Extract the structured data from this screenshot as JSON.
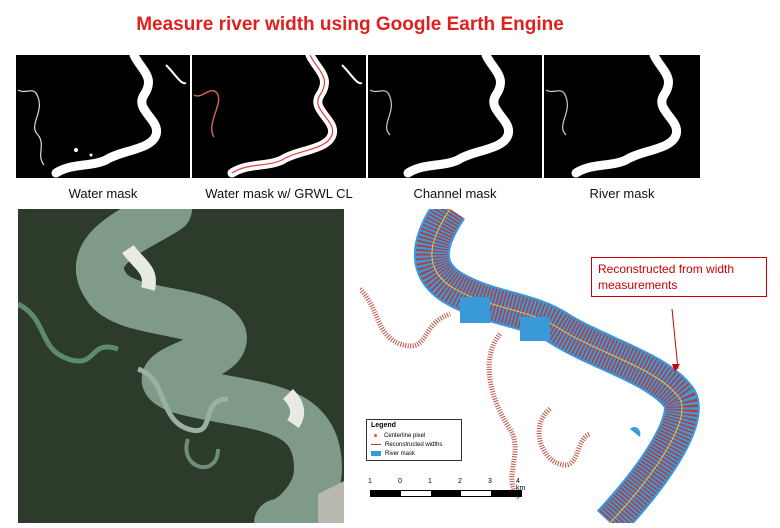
{
  "title": "Measure river width using Google Earth Engine",
  "panels": [
    {
      "label": "Water mask"
    },
    {
      "label": "Water mask w/ GRWL CL"
    },
    {
      "label": "Channel mask"
    },
    {
      "label": "River mask"
    }
  ],
  "callout": "Reconstructed from width measurements",
  "legend": {
    "title": "Legend",
    "items": [
      {
        "label": "Centerline pixel",
        "color": "#e05a3a"
      },
      {
        "label": "Reconstructed widths",
        "color": "#c0392b"
      },
      {
        "label": "River mask",
        "color": "#3a9ad9"
      }
    ]
  },
  "scale": {
    "ticks": [
      "1",
      "0",
      "1",
      "2",
      "3",
      "4 km"
    ]
  },
  "colors": {
    "title": "#e0201e",
    "river_mask": "#3a9ad9",
    "widths": "#b83a3a",
    "accent": "#cc0000"
  }
}
